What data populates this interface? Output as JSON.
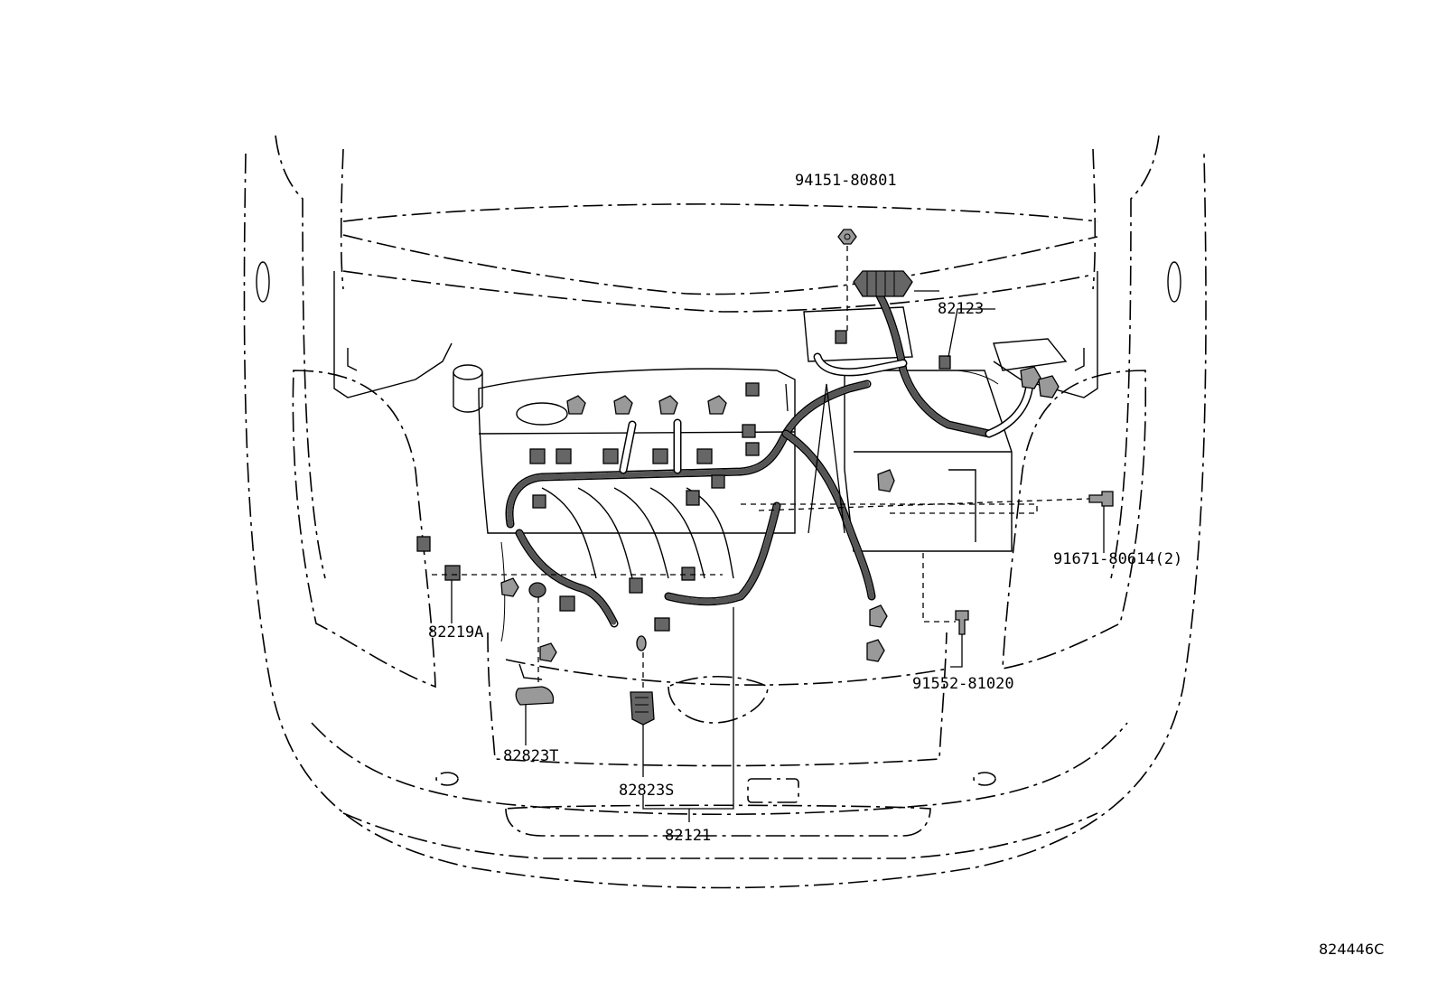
{
  "figure_id": "824446C",
  "part_labels": {
    "p94151": "94151-80801",
    "p82123": "82123",
    "p91671": "91671-80614(2)",
    "p82219A": "82219A",
    "p91552": "91552-81020",
    "p82823T": "82823T",
    "p82823S": "82823S",
    "p82121": "82121"
  }
}
